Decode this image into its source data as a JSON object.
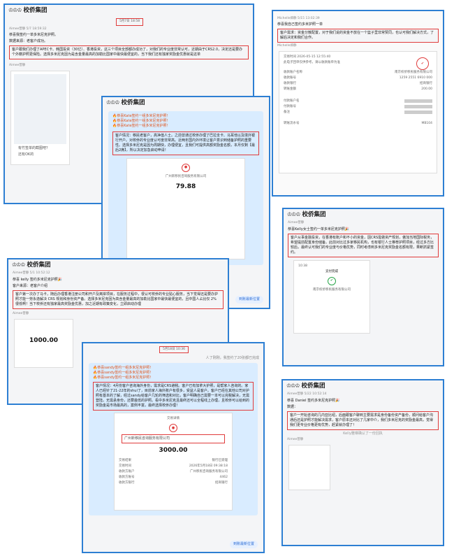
{
  "brand": "校侨集团",
  "crowns": "♔♔♔",
  "c1": {
    "ts": "5月7日 18:58",
    "sender": "Aimee曾静 5/7 18:59:32",
    "title": "恭喜我签约一单多米尼克护照。",
    "source": "数据来源：老客户成功。",
    "box": "客户跟我们办理了APEC卡、韩国投资（30亿）、香港投资，这三个项目全部都办成功了，对我们的专业度非常认可，近期由于CRS2.0，决定还是要办个外籍护照更保险。选择多米尼克因为是含金量最高的加勒比国家中最快最便宜的，当下我们还有独家奖励金优惠就是这单",
    "sender2": "Aimee曾静",
    "chat1": "有竹签单的截图吧？",
    "chat2": "还有OK的"
  },
  "c2": {
    "sender": "Michelle郑静 5/15 13:02:39",
    "title": "恭喜我自己签约多米护照一单",
    "box": "客户需求：资金分散配置，对于我们说的资金不放在一个篮子里非常赞同，也认可我们解决方式，了解后决定和我们合作。",
    "sender2": "Michelle郑静",
    "time": "交易时间 2026-05-15 12:55:40",
    "note": "此电子回单仅供参考，请以收款账单为准",
    "rows": [
      [
        "收款账户名称",
        "南京校侨移民服务有限公司"
      ],
      [
        "收款账号",
        "1259 2551 6910 000"
      ],
      [
        "收款银行",
        "招商银行"
      ],
      [
        "转账金额",
        "200.00"
      ],
      [
        "付款账户名",
        ""
      ],
      [
        "付款账号",
        ""
      ],
      [
        "备注",
        ""
      ],
      [
        "转账流水号",
        "MB104"
      ]
    ]
  },
  "c3": {
    "title1": "🔥恭喜Kate签约一组多米尼克护照！",
    "title2": "🔥恭喜Kate签约一组多米尼克护照！",
    "title3": "🔥恭喜Kate签约一组多米尼克护照！",
    "box": "客户情况：移民老客户，高净值人士。之前曾通过校侨办理了巴拉圭卡、马耳他以及境外银行开户。对校侨的专业度认可度非常高。近两年国内外环境让客户意识到储备护照的重要性。选择多米尼克是因为周期快，办理便宜，且我们可提供高额奖励金名额，本月仅剩【最后2席】，所以决定加急启动申请！",
    "company": "广州新移民咨询服务有限公司",
    "amount": "79.88",
    "btn": "到账最新位置"
  },
  "c4": {
    "sender": "Aimee曾静",
    "title": "恭喜Kelly女士签约一单多米尼克护照🎉",
    "box": "客户从事金融投资，在香港有账户和不小的资金，因CRS需做资产规划，傲加当地国际税务，希望提前配置身份储备。此前对比过多家移民机构，也有银行人士推荐护照项目，经过多方比较后，最终认可我们的专业度与价格优势，同时考虑到多米尼克奖励金名额有限，果断抓紧签约。",
    "phone_time": "10:38",
    "phone_title": "支付完成",
    "company": "南京校侨移民服务有限公司"
  },
  "c5": {
    "sender": "Aimee曾静 5/1 10:52:12",
    "title": "恭喜 kelly 签约多米尼克护照🎉",
    "source": "客户来源：老客户介绍",
    "box": "客户第一次办了马卡，随后办理香港注册公司和开户及离岸项目，在服务过程中，很认可校侨的专业贴心服务，当下觉得还是要办护照才能一劳永逸解决 CRS 规划和身份资产备。选择多米尼克因为高含金量最高的加勒比国家中最快最便宜的，且中国人占比仅 2% 很低啊！当下校侨还有独家最高奖励金优惠，加之近期有政策变化，立即启动办理",
    "sender2": "Aimee曾静",
    "amount": "1000.00"
  },
  "c6": {
    "ts": "5月18日 10:36",
    "bubble_right": "人了刚刚，我签约了20张都已完成",
    "title1": "🔥恭喜sandy签约一组多米尼克护照!",
    "title2": "🔥恭喜sandy签约一组多米尼克护照!",
    "title3": "🔥恭喜sandy签约一组多米尼克护照!",
    "box": "客户情况：4月份客户咨询海外身份，需求是CRS避税。客户已有加拿大护照，是帮家人咨询的。家人已经针了21-22年的shui了，目前家人海外账户有很多，受益人是客户。客户已经在其他公司对护照有基本的了解，经过sandy给客户几轮的筛选和对比，客户明确自己需要一本可以完税解决，无需登陆，无需承身份，还要最低的护照。看中多米尼克且最终还可以全程线上办理，且校侨可以给到的奖励金是市场最高的，案例丰富，最终选择校侨办理！",
    "receipt_title": "交易详情",
    "company": "广州新移民咨询服务有限公司",
    "amount": "3000.00",
    "rows": [
      [
        "交易结果",
        "银行已受理"
      ],
      [
        "交易时间",
        "2026年5月18日 09:38:18"
      ],
      [
        "收款方账户",
        "广州移民咨询服务有限公司"
      ],
      [
        "收款方账号",
        "4462"
      ],
      [
        "收款方银行",
        "招商银行"
      ]
    ],
    "btn": "到账最新位置"
  },
  "c7": {
    "sender": "Aimee曾静 5/22 10:52:14",
    "title": "恭喜 Daniel 签约多米尼克护照🎉",
    "source": "数据：",
    "box": "客户一开始咨询的几内亚比绍，后面跟客户聊到主要需求是身份备份资产备份，顺问给客户沟通后还是护照才能解决需求，客户原本还对比了几家中介，我们多米尼克的奖励金最高，觉得我们更专业价格更有优势，赶紧就办理了！",
    "chat": "Kelly雅琳确认了一份回执",
    "sender2": "Aimee曾静"
  }
}
